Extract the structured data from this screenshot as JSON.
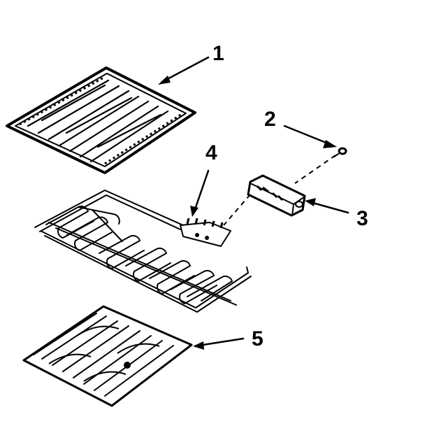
{
  "diagram": {
    "parts": [
      {
        "id": "part-1",
        "callout": "1",
        "icon": "shield-panel-icon"
      },
      {
        "id": "part-2",
        "callout": "2",
        "icon": "screw-icon"
      },
      {
        "id": "part-3",
        "callout": "3",
        "icon": "terminal-block-icon"
      },
      {
        "id": "part-4",
        "callout": "4",
        "icon": "heating-element-icon"
      },
      {
        "id": "part-5",
        "callout": "5",
        "icon": "reflector-pan-icon"
      }
    ],
    "colors": {
      "ink": "#000000",
      "paper": "#ffffff"
    }
  }
}
